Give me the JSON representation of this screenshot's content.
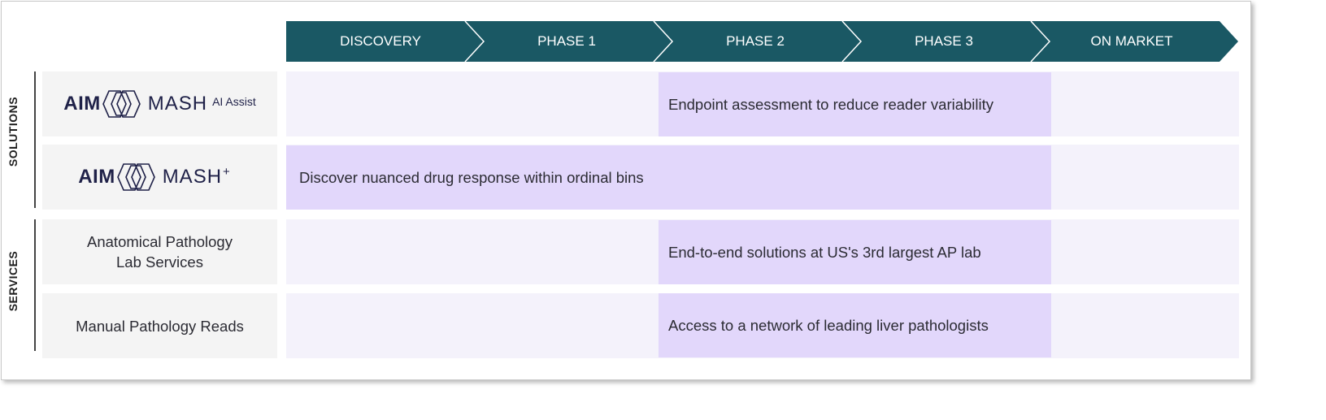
{
  "colors": {
    "phase_fill": "#1a5864",
    "phase_divider": "#ffffff",
    "row_background": "#f4f2fb",
    "bar_fill": "#e2d7fb",
    "left_cell": "#f4f4f4",
    "logo_text": "#1f2148"
  },
  "phases": [
    "DISCOVERY",
    "PHASE 1",
    "PHASE 2",
    "PHASE 3",
    "ON MARKET"
  ],
  "groups": {
    "solutions": "SOLUTIONS",
    "services": "SERVICES"
  },
  "rows": [
    {
      "logo": {
        "brand": "AIM",
        "product": "MASH",
        "suffix": "AI Assist",
        "icon": "interlocking-hexagons-icon"
      },
      "bar_text": "Endpoint assessment to reduce reader variability"
    },
    {
      "logo": {
        "brand": "AIM",
        "product": "MASH",
        "suffix": "+",
        "icon": "interlocking-hexagons-icon"
      },
      "bar_text": "Discover nuanced drug response within ordinal bins"
    },
    {
      "label_line1": "Anatomical Pathology",
      "label_line2": "Lab Services",
      "bar_text": "End-to-end solutions at US's 3rd largest AP lab"
    },
    {
      "label": "Manual Pathology Reads",
      "bar_text": "Access to a network of leading liver pathologists"
    }
  ]
}
